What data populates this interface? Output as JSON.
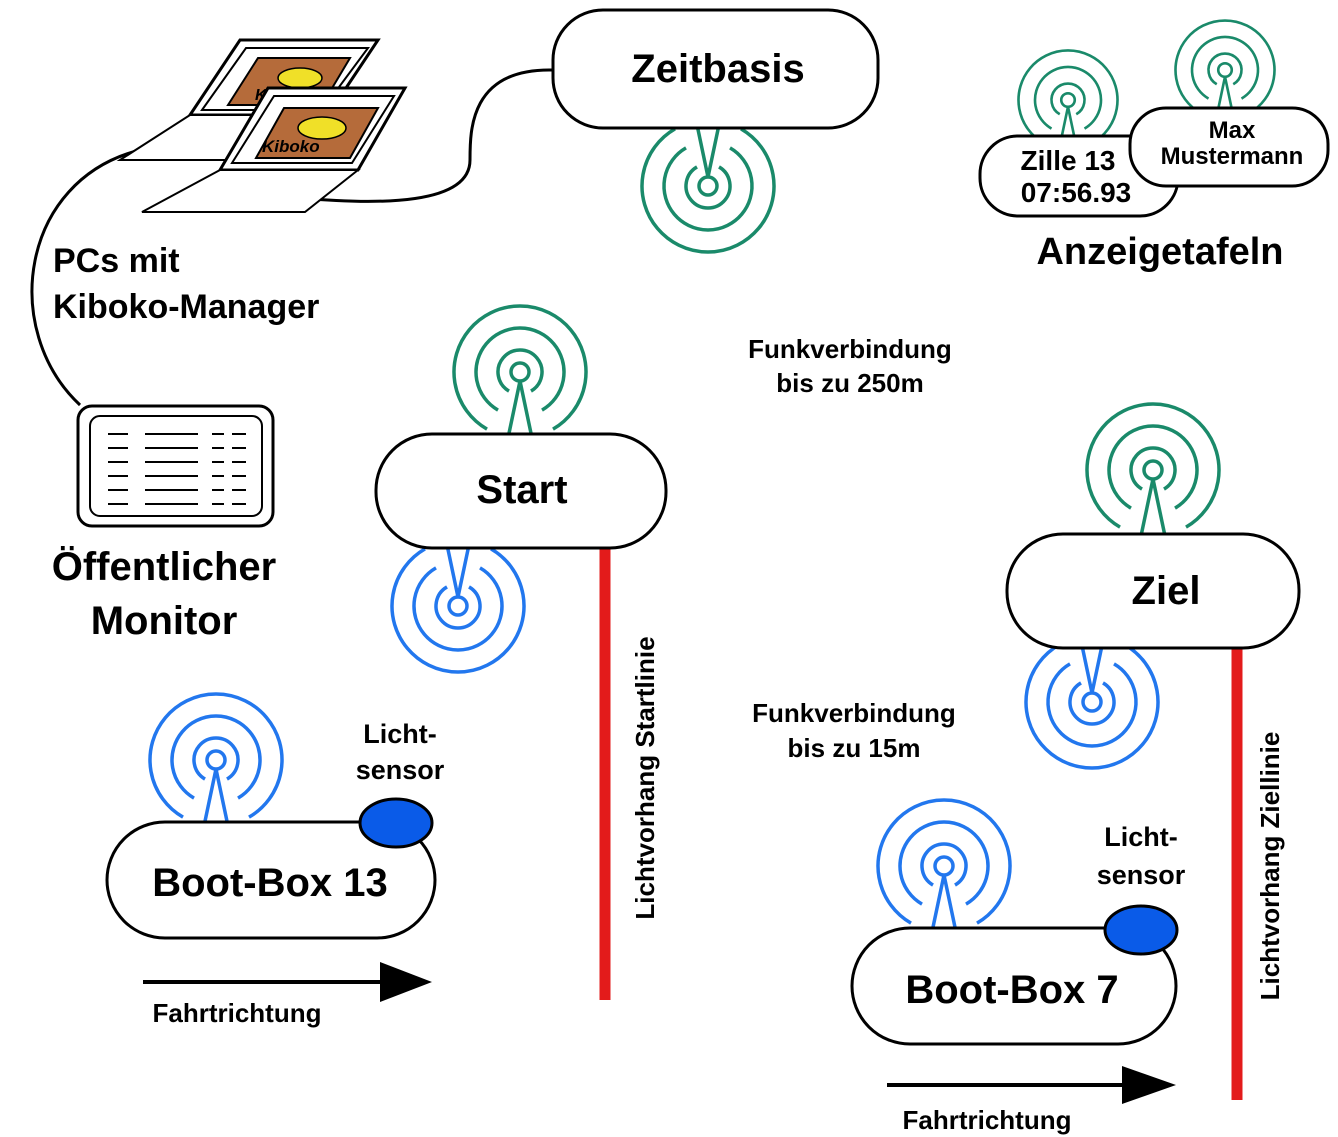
{
  "nodes": {
    "zeitbasis": "Zeitbasis",
    "start": "Start",
    "ziel": "Ziel",
    "boot13": "Boot-Box 13",
    "boot7": "Boot-Box 7"
  },
  "labels": {
    "pcs_line1": "PCs mit",
    "pcs_line2": "Kiboko-Manager",
    "monitor_line1": "Öffentlicher",
    "monitor_line2": "Monitor",
    "anzeigetafeln": "Anzeigetafeln",
    "funk250_line1": "Funkverbindung",
    "funk250_line2": "bis zu 250m",
    "funk15_line1": "Funkverbindung",
    "funk15_line2": "bis zu 15m",
    "licht_line1": "Licht-",
    "licht_line2": "sensor",
    "fahrtrichtung": "Fahrtrichtung",
    "startlinie": "Lichtvorhang Startlinie",
    "ziellinie": "Lichtvorhang Ziellinie"
  },
  "displays": {
    "board1_line1": "Zille 13",
    "board1_line2": "07:56.93",
    "board2_line1": "Max",
    "board2_line2": "Mustermann"
  },
  "logo": "Kiboko",
  "colors": {
    "long_range_radio": "#1a8a6a",
    "short_range_radio": "#2277ee",
    "light_curtain": "#e31b1b",
    "sensor": "#0a5be8",
    "logo_bg": "#b56b3a",
    "logo_animal": "#f0e028"
  }
}
